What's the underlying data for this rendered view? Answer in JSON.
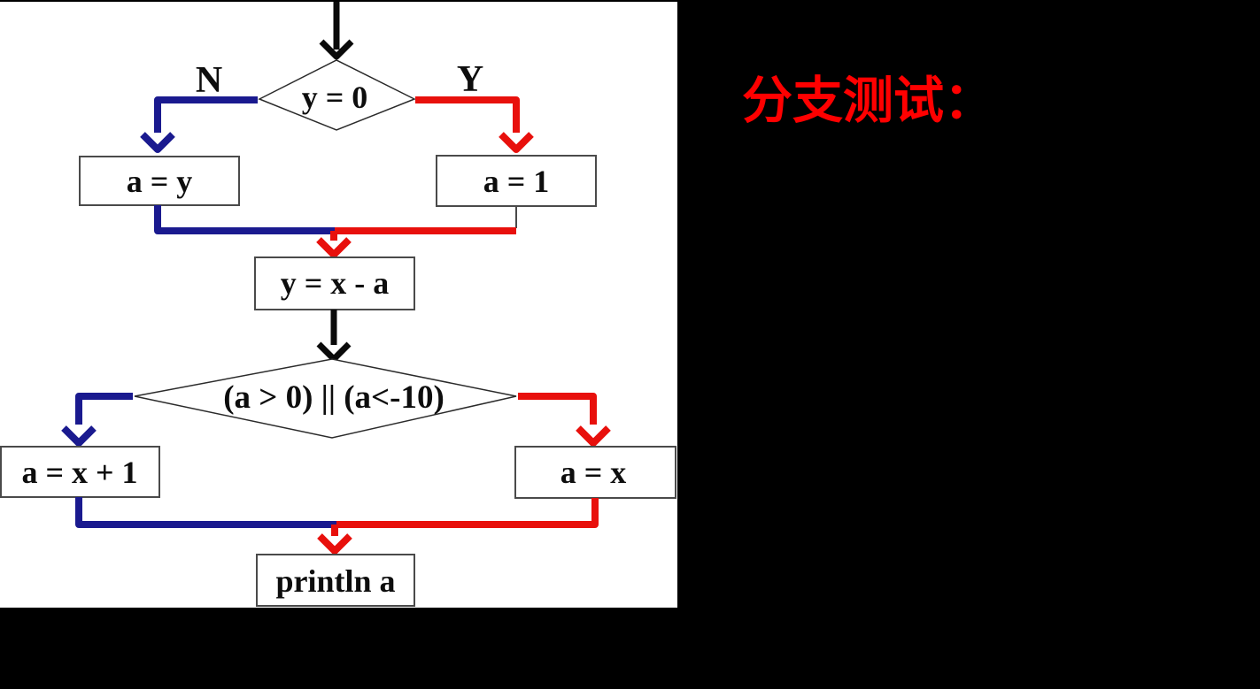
{
  "slide": {
    "background": "#000000",
    "panel_background": "#ffffff",
    "title": {
      "text": "分支测试：",
      "color": "#ff0000"
    }
  },
  "flowchart": {
    "decision1": "y = 0",
    "branch_no_label": "N",
    "branch_yes_label": "Y",
    "process_a_eq_y": "a = y",
    "process_a_eq_1": "a = 1",
    "process_y_eq_x_minus_a": "y = x - a",
    "decision2": "(a > 0) || (a<-10)",
    "process_a_eq_x_plus_1": "a = x + 1",
    "process_a_eq_x": "a = x",
    "process_println_a": "println a",
    "colors": {
      "no_branch": "#1a1a8f",
      "yes_branch": "#e8100c",
      "flow_arrow": "#0a0a0a",
      "node_border": "#4a4a4a",
      "decision_border": "#2b2b2b"
    }
  }
}
